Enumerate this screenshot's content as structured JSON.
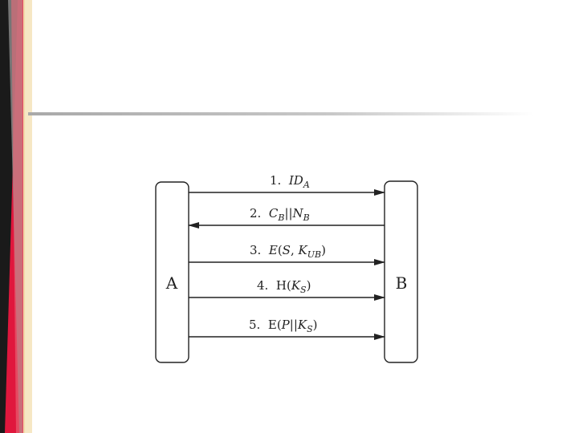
{
  "diagram": {
    "parties": {
      "left": "A",
      "right": "B"
    },
    "messages": [
      {
        "num": "1.",
        "parts": [
          [
            "ID",
            ""
          ],
          [
            "A",
            "sub"
          ]
        ],
        "direction": "to-right"
      },
      {
        "num": "2.",
        "parts": [
          [
            "C",
            ""
          ],
          [
            "B",
            "sub"
          ],
          [
            "||",
            "plain"
          ],
          [
            "N",
            ""
          ],
          [
            "B",
            "sub"
          ]
        ],
        "direction": "to-left"
      },
      {
        "num": "3.",
        "parts": [
          [
            "E",
            ""
          ],
          [
            "(",
            "plain"
          ],
          [
            "S",
            ""
          ],
          [
            ", ",
            "plain"
          ],
          [
            "K",
            ""
          ],
          [
            "UB",
            "sub"
          ],
          [
            ")",
            "plain"
          ]
        ],
        "direction": "to-right"
      },
      {
        "num": "4.",
        "parts": [
          [
            "H",
            "plain"
          ],
          [
            "(",
            "plain"
          ],
          [
            "K",
            ""
          ],
          [
            "S",
            "sub"
          ],
          [
            ")",
            "plain"
          ]
        ],
        "direction": "to-right"
      },
      {
        "num": "5.",
        "parts": [
          [
            "E",
            "plain"
          ],
          [
            "(",
            "plain"
          ],
          [
            "P",
            ""
          ],
          [
            "||",
            "plain"
          ],
          [
            "K",
            ""
          ],
          [
            "S",
            "sub"
          ],
          [
            ")",
            "plain"
          ]
        ],
        "direction": "to-right"
      }
    ]
  }
}
